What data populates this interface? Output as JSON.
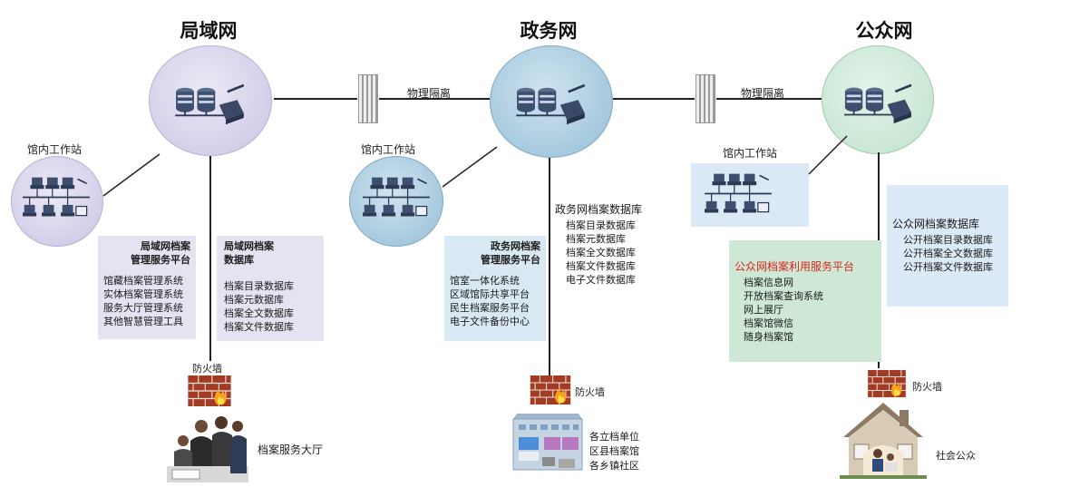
{
  "titles": {
    "lan": "局域网",
    "gov": "政务网",
    "pub": "公众网"
  },
  "isolation_label": "物理隔离",
  "workstation_label": "馆内工作站",
  "lan": {
    "platform": {
      "title_lines": [
        "局域网档案",
        "管理服务平台"
      ],
      "items": [
        "馆藏档案管理系统",
        "实体档案管理系统",
        "服务大厅管理系统",
        "其他智慧管理工具"
      ]
    },
    "db": {
      "title_lines": [
        "局域网档案",
        "数据库"
      ],
      "items": [
        "档案目录数据库",
        "档案元数据库",
        "档案全文数据库",
        "档案文件数据库"
      ]
    },
    "firewall": "防火墙",
    "endpoint": "档案服务大厅"
  },
  "gov": {
    "platform": {
      "title_lines": [
        "政务网档案",
        "管理服务平台"
      ],
      "items": [
        "馆室一体化系统",
        "区域馆际共享平台",
        "民生档案服务平台",
        "电子文件备份中心"
      ]
    },
    "db": {
      "title": "政务网档案数据库",
      "items": [
        "档案目录数据库",
        "档案元数据库",
        "档案全文数据库",
        "档案文件数据库",
        "电子文件数据库"
      ]
    },
    "firewall": "防火墙",
    "endpoint": [
      "各立档单位",
      "区县档案馆",
      "各乡镇社区"
    ]
  },
  "pub": {
    "platform": {
      "title": "公众网档案利用服务平台",
      "items": [
        "档案信息网",
        "开放档案查询系统",
        "网上展厅",
        "档案馆微信",
        "随身档案馆"
      ]
    },
    "db": {
      "title": "公众网档案数据库",
      "items": [
        "公开档案目录数据库",
        "公开档案全文数据库",
        "公开档案文件数据库"
      ]
    },
    "firewall": "防火墙",
    "endpoint": "社会公众"
  },
  "colors": {
    "lan_circle": "#d4cfe9",
    "gov_circle": "#a6c9de",
    "pub_circle": "#c9e7d4",
    "accent_red": "#d7271c",
    "pub_platform_bg": "#cfe8d6"
  }
}
